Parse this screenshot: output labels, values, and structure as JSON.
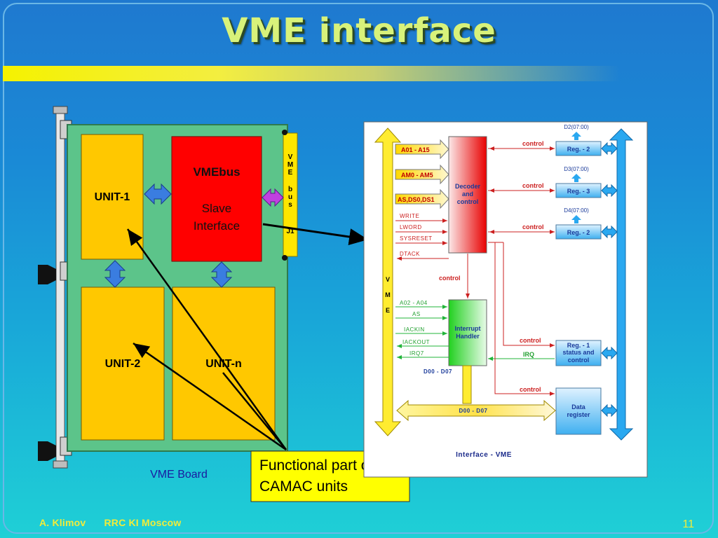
{
  "slide": {
    "title": "VME interface",
    "footer_author": "A. Klimov",
    "footer_org": "RRC KI  Moscow",
    "page_number": "11"
  },
  "board": {
    "caption": "VME Board",
    "unit1": "UNIT-1",
    "unit2": "UNIT-2",
    "unitn": "UNIT-n",
    "vmebus_line1": "VMEbus",
    "vmebus_line2": "Slave",
    "vmebus_line3": "Interface",
    "connector_chars": [
      "V",
      "M",
      "E",
      "",
      "b",
      "u",
      "s",
      "",
      "J1"
    ]
  },
  "callout": {
    "line1": "Functional part of",
    "line2": "CAMAC units"
  },
  "schematic": {
    "vme_letters": [
      "V",
      "M",
      "E"
    ],
    "inputs": [
      "A01 - A15",
      "AM0 - AM5",
      "AS,DS0,DS1"
    ],
    "signals": [
      "WRITE",
      "LWORD",
      "SYSRESET",
      "DTACK"
    ],
    "decoder_lines": [
      "Decoder",
      "and",
      "control"
    ],
    "interrupt_lines": [
      "Interrupt",
      "Handler"
    ],
    "int_signals": [
      "A02 - A04",
      "AS",
      "IACKIN",
      "IACKOUT",
      "IRQ7"
    ],
    "control": "control",
    "irq": "IRQ",
    "d_bus_label": "D00 - D07",
    "d_bus_arrow": "D00 - D07",
    "regs": [
      {
        "bus": "D2(07:00)",
        "name": "Reg. - 2"
      },
      {
        "bus": "D3(07:00)",
        "name": "Reg. - 3"
      },
      {
        "bus": "D4(07:00)",
        "name": "Reg. - 2"
      }
    ],
    "status_lines": [
      "Reg. - 1",
      "status and",
      "control"
    ],
    "data_lines": [
      "Data",
      "register"
    ],
    "caption": "Interface - VME"
  },
  "colors": {
    "unit": "#ffc800",
    "board": "#5cc48a",
    "vmebus": "#ff0000",
    "connector": "#ffe600",
    "callout": "#ffff00",
    "reg": "#2aa8f0",
    "int": "#22c43a"
  }
}
